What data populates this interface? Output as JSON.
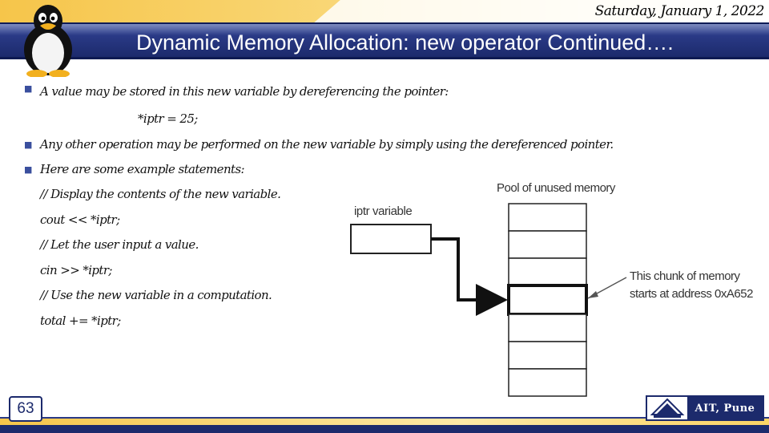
{
  "header": {
    "date": "Saturday, January 1, 2022",
    "title": "Dynamic Memory Allocation: new operator Continued…."
  },
  "content": {
    "lines": [
      "A value may be stored in this new variable by dereferencing the pointer:",
      "*iptr = 25;",
      "Any other operation may be performed on the new variable by simply using the dereferenced pointer.",
      "Here are some example statements:",
      "// Display the contents of the new variable.",
      "cout << *iptr;",
      "// Let the user input a value.",
      "cin >> *iptr;",
      "// Use the new variable in a computation.",
      "total += *iptr;"
    ]
  },
  "diagram": {
    "pool_label": "Pool of unused memory",
    "pointer_label": "iptr variable",
    "chunk_label_line1": "This chunk of memory",
    "chunk_label_line2": "starts at address 0xA652"
  },
  "footer": {
    "page_number": "63",
    "logo_text": "AIT, Pune"
  }
}
